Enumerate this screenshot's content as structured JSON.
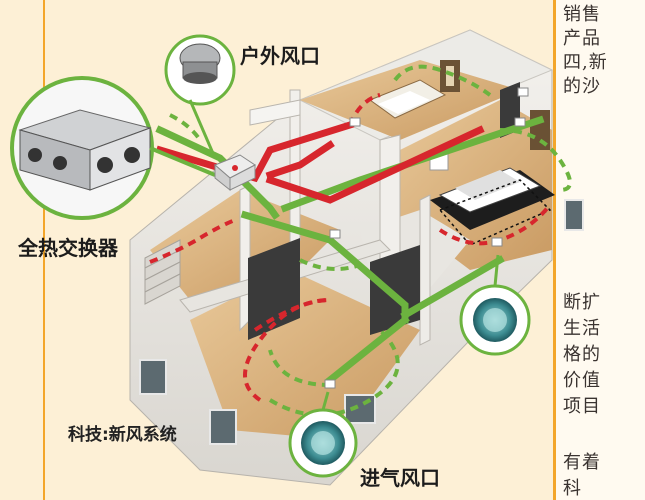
{
  "labels": {
    "outdoor_vent": "户外风口",
    "heat_exchanger": "全热交换器",
    "caption": "科技:新风系统",
    "inlet_vent": "进气风口"
  },
  "side_text": [
    "销售",
    "产品",
    "四,新",
    "的沙",
    "断扩",
    "生活",
    "格的",
    "价值",
    "项目",
    "有着",
    "科"
  ],
  "colors": {
    "supply_line": "#6cb33f",
    "exhaust_line": "#d7262d",
    "accent_border": "#f3a62b"
  }
}
